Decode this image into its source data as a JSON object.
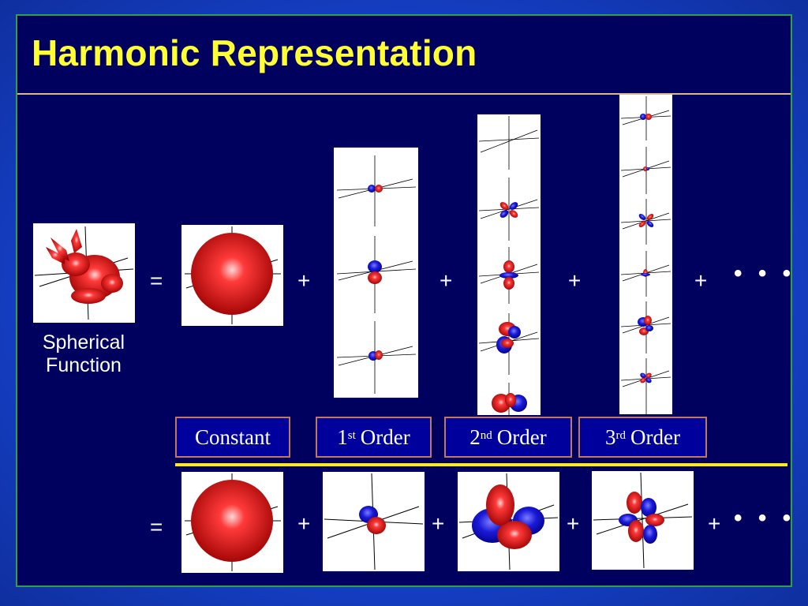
{
  "title": "Harmonic Representation",
  "caption": {
    "line1": "Spherical",
    "line2": "Function"
  },
  "operators": {
    "equals": "=",
    "plus": "+",
    "ellipsis": "• • •"
  },
  "labels": {
    "constant": "Constant",
    "first": {
      "num": "1",
      "sup": "st",
      "word": "Order"
    },
    "second": {
      "num": "2",
      "sup": "nd",
      "word": "Order"
    },
    "third": {
      "num": "3",
      "sup": "rd",
      "word": "Order"
    }
  },
  "colors": {
    "background": "#00005e",
    "title": "#ffff33",
    "frame_border": "#2fa04a",
    "title_rule": "#e4b48a",
    "label_fill": "#00009c",
    "label_border": "#c07860",
    "divider": "#ffee00",
    "lobe_red": "#d01010",
    "lobe_blue": "#1010c8"
  }
}
